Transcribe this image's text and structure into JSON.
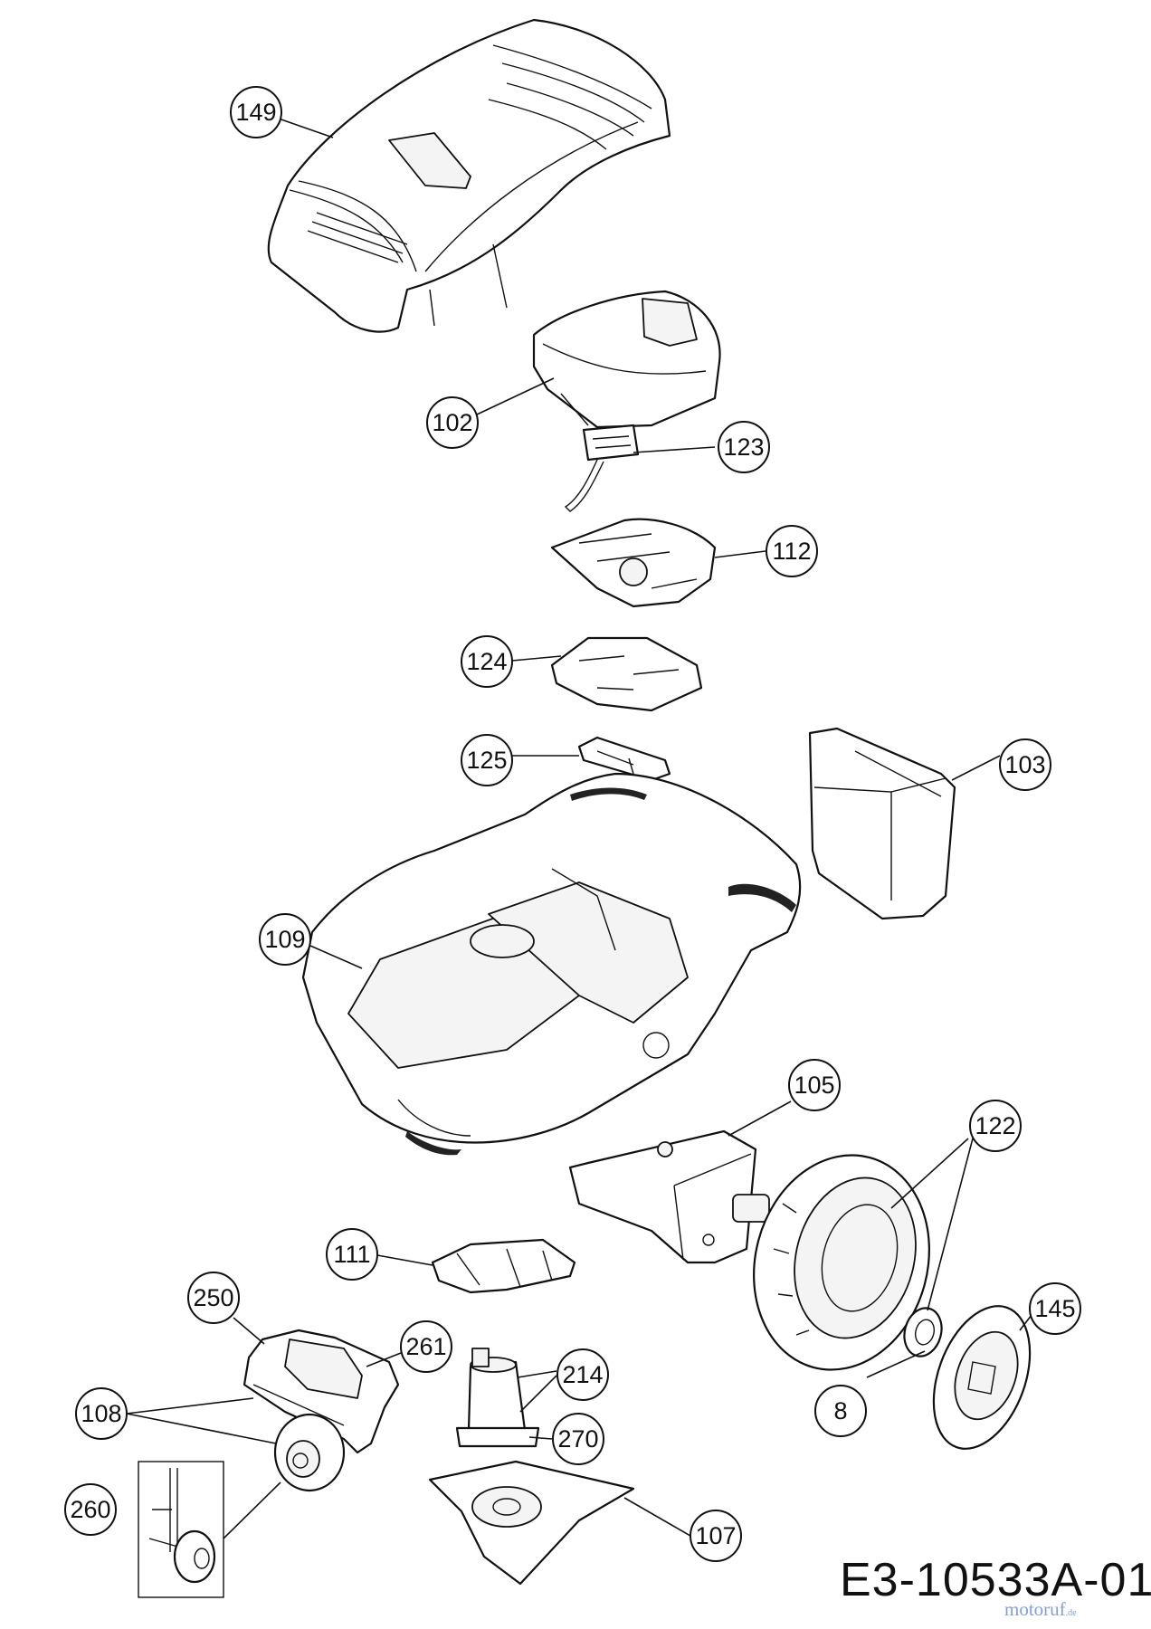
{
  "parts": [
    {
      "id": "p149",
      "label": "149"
    },
    {
      "id": "p102",
      "label": "102"
    },
    {
      "id": "p123",
      "label": "123"
    },
    {
      "id": "p112",
      "label": "112"
    },
    {
      "id": "p124",
      "label": "124"
    },
    {
      "id": "p125",
      "label": "125"
    },
    {
      "id": "p103",
      "label": "103"
    },
    {
      "id": "p109",
      "label": "109"
    },
    {
      "id": "p105",
      "label": "105"
    },
    {
      "id": "p122",
      "label": "122"
    },
    {
      "id": "p111",
      "label": "111"
    },
    {
      "id": "p250",
      "label": "250"
    },
    {
      "id": "p261",
      "label": "261"
    },
    {
      "id": "p214",
      "label": "214"
    },
    {
      "id": "p145",
      "label": "145"
    },
    {
      "id": "p108",
      "label": "108"
    },
    {
      "id": "p270",
      "label": "270"
    },
    {
      "id": "p8",
      "label": "8"
    },
    {
      "id": "p260",
      "label": "260"
    },
    {
      "id": "p107",
      "label": "107"
    }
  ],
  "drawing_code": "E3-10533A-01",
  "watermark": {
    "name": "motoruf",
    "suffix": ".de"
  },
  "colors": {
    "line": "#111111",
    "background": "#ffffff",
    "watermark": "#5a7fc6"
  }
}
